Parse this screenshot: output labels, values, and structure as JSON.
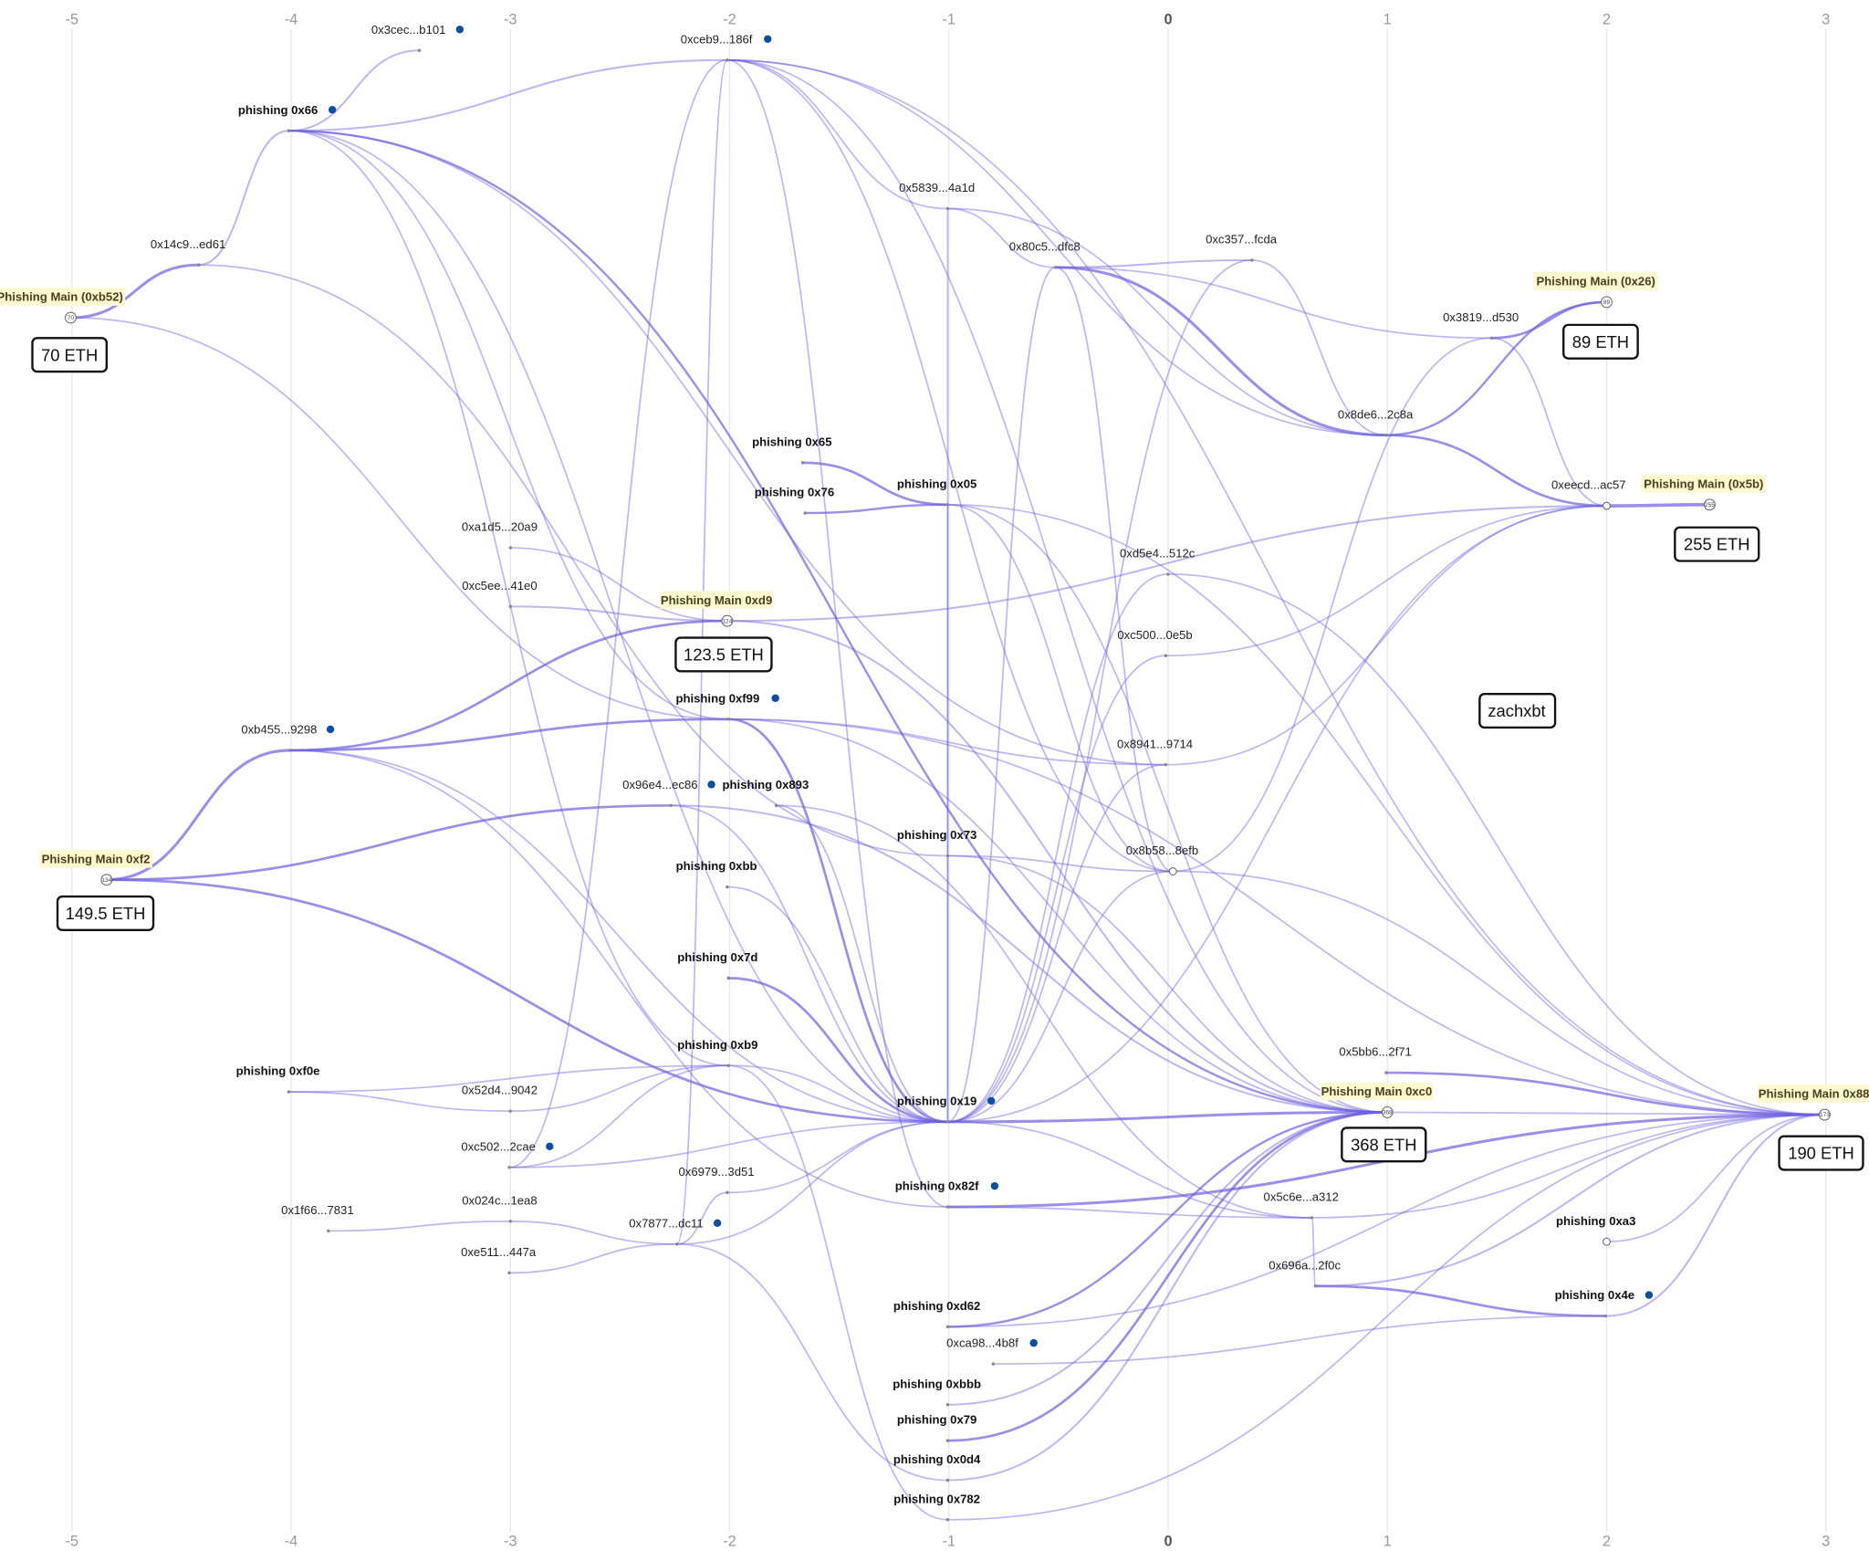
{
  "axis": {
    "ticks": [
      "-5",
      "-4",
      "-3",
      "-2",
      "-1",
      "0",
      "1",
      "2",
      "3"
    ]
  },
  "colors": {
    "edge": "#6d5fe0",
    "flag": "#0b4ea2",
    "main_highlight": "#fdf8d0"
  },
  "annotation": {
    "label": "zachxbt"
  },
  "nodes": [
    {
      "id": "n66",
      "label": "phishing 0x66",
      "style": "bold",
      "flagged": true
    },
    {
      "id": "n3cec",
      "label": "0x3cec...b101",
      "style": "plain",
      "flagged": true
    },
    {
      "id": "nceb9",
      "label": "0xceb9...186f",
      "style": "plain",
      "flagged": true
    },
    {
      "id": "n14c9",
      "label": "0x14c9...ed61",
      "style": "plain"
    },
    {
      "id": "nb52",
      "label": "Phishing Main (0xb52)",
      "style": "main",
      "count": "70",
      "amount": "70 ETH"
    },
    {
      "id": "n5839",
      "label": "0x5839...4a1d",
      "style": "plain"
    },
    {
      "id": "n80c5",
      "label": "0x80c5...dfc8",
      "style": "plain"
    },
    {
      "id": "nc357",
      "label": "0xc357...fcda",
      "style": "plain"
    },
    {
      "id": "n26",
      "label": "Phishing Main (0x26)",
      "style": "main",
      "count": "89",
      "amount": "89 ETH"
    },
    {
      "id": "n3819",
      "label": "0x3819...d530",
      "style": "plain"
    },
    {
      "id": "n8de6",
      "label": "0x8de6...2c8a",
      "style": "plain"
    },
    {
      "id": "neecd",
      "label": "0xeecd...ac57",
      "style": "plain",
      "open": true
    },
    {
      "id": "n5b",
      "label": "Phishing Main (0x5b)",
      "style": "main",
      "count": "255",
      "amount": "255 ETH"
    },
    {
      "id": "n65",
      "label": "phishing 0x65",
      "style": "bold"
    },
    {
      "id": "n76",
      "label": "phishing 0x76",
      "style": "bold"
    },
    {
      "id": "n05",
      "label": "phishing 0x05",
      "style": "bold"
    },
    {
      "id": "na1d5",
      "label": "0xa1d5...20a9",
      "style": "plain"
    },
    {
      "id": "nc5ee",
      "label": "0xc5ee...41e0",
      "style": "plain"
    },
    {
      "id": "nd9",
      "label": "Phishing Main 0xd9",
      "style": "main",
      "count": "124",
      "amount": "123.5 ETH"
    },
    {
      "id": "nd5e4",
      "label": "0xd5e4...512c",
      "style": "plain"
    },
    {
      "id": "nc500",
      "label": "0xc500...0e5b",
      "style": "plain"
    },
    {
      "id": "nf99",
      "label": "phishing 0xf99",
      "style": "bold",
      "flagged": true
    },
    {
      "id": "nb455",
      "label": "0xb455...9298",
      "style": "plain",
      "flagged": true
    },
    {
      "id": "n8941",
      "label": "0x8941...9714",
      "style": "plain"
    },
    {
      "id": "n96e4",
      "label": "0x96e4...ec86",
      "style": "plain",
      "flagged": true
    },
    {
      "id": "n893",
      "label": "phishing 0x893",
      "style": "bold"
    },
    {
      "id": "nf2",
      "label": "Phishing Main 0xf2",
      "style": "main",
      "count": "134",
      "amount": "149.5 ETH"
    },
    {
      "id": "n73",
      "label": "phishing 0x73",
      "style": "bold"
    },
    {
      "id": "n8b58",
      "label": "0x8b58...8efb",
      "style": "plain",
      "open": true
    },
    {
      "id": "nbb",
      "label": "phishing 0xbb",
      "style": "bold"
    },
    {
      "id": "n7d",
      "label": "phishing 0x7d",
      "style": "bold"
    },
    {
      "id": "nb9",
      "label": "phishing 0xb9",
      "style": "bold"
    },
    {
      "id": "n5bb6",
      "label": "0x5bb6...2f71",
      "style": "plain"
    },
    {
      "id": "nf0e",
      "label": "phishing 0xf0e",
      "style": "bold"
    },
    {
      "id": "nc0",
      "label": "Phishing Main 0xc0",
      "style": "main",
      "count": "368",
      "amount": "368 ETH"
    },
    {
      "id": "n88",
      "label": "Phishing Main 0x88",
      "style": "main",
      "count": "173",
      "amount": "190 ETH"
    },
    {
      "id": "n52d4",
      "label": "0x52d4...9042",
      "style": "plain"
    },
    {
      "id": "n19",
      "label": "phishing 0x19",
      "style": "bold",
      "flagged": true
    },
    {
      "id": "nc502",
      "label": "0xc502...2cae",
      "style": "plain",
      "flagged": true
    },
    {
      "id": "n6979",
      "label": "0x6979...3d51",
      "style": "plain"
    },
    {
      "id": "n024c",
      "label": "0x024c...1ea8",
      "style": "plain"
    },
    {
      "id": "n1f66",
      "label": "0x1f66...7831",
      "style": "plain"
    },
    {
      "id": "n82f",
      "label": "phishing 0x82f",
      "style": "bold",
      "flagged": true
    },
    {
      "id": "n5c6e",
      "label": "0x5c6e...a312",
      "style": "plain"
    },
    {
      "id": "n7877",
      "label": "0x7877...dc11",
      "style": "plain",
      "flagged": true
    },
    {
      "id": "na3",
      "label": "phishing 0xa3",
      "style": "bold",
      "open": true
    },
    {
      "id": "ne511",
      "label": "0xe511...447a",
      "style": "plain"
    },
    {
      "id": "n696a",
      "label": "0x696a...2f0c",
      "style": "plain"
    },
    {
      "id": "n4e",
      "label": "phishing 0x4e",
      "style": "bold",
      "flagged": true
    },
    {
      "id": "nd62",
      "label": "phishing 0xd62",
      "style": "bold"
    },
    {
      "id": "nca98",
      "label": "0xca98...4b8f",
      "style": "plain",
      "flagged": true
    },
    {
      "id": "nbbb",
      "label": "phishing 0xbbb",
      "style": "bold"
    },
    {
      "id": "n79",
      "label": "phishing 0x79",
      "style": "bold"
    },
    {
      "id": "n0d4",
      "label": "phishing 0x0d4",
      "style": "bold"
    },
    {
      "id": "n782",
      "label": "phishing 0x782",
      "style": "bold"
    }
  ],
  "edges": [
    [
      "nb52",
      "n14c9",
      3
    ],
    [
      "nb52",
      "nf99",
      1
    ],
    [
      "n14c9",
      "n66",
      1.5
    ],
    [
      "n14c9",
      "n73",
      1
    ],
    [
      "n66",
      "n3cec",
      1.5
    ],
    [
      "n66",
      "nceb9",
      1.5
    ],
    [
      "n66",
      "n19",
      1
    ],
    [
      "n66",
      "n8941",
      1
    ],
    [
      "n66",
      "nc0",
      2
    ],
    [
      "n66",
      "nf99",
      1
    ],
    [
      "n66",
      "nb9",
      1
    ],
    [
      "nceb9",
      "n8de6",
      1
    ],
    [
      "nceb9",
      "n5839",
      1
    ],
    [
      "nceb9",
      "n88",
      1
    ],
    [
      "nceb9",
      "n7877",
      1
    ],
    [
      "nceb9",
      "nc0",
      1
    ],
    [
      "nceb9",
      "n82f",
      1
    ],
    [
      "nceb9",
      "n8b58",
      1
    ],
    [
      "n5839",
      "n80c5",
      1
    ],
    [
      "n5839",
      "n8de6",
      1
    ],
    [
      "n5839",
      "n19",
      1
    ],
    [
      "n80c5",
      "nc357",
      1.5
    ],
    [
      "n80c5",
      "n8de6",
      3
    ],
    [
      "n80c5",
      "n3819",
      1
    ],
    [
      "n80c5",
      "n19",
      1
    ],
    [
      "n80c5",
      "n8b58",
      1
    ],
    [
      "nc357",
      "n8de6",
      1
    ],
    [
      "nc357",
      "n19",
      1
    ],
    [
      "n3819",
      "n26",
      2.5
    ],
    [
      "n3819",
      "neecd",
      1
    ],
    [
      "n8de6",
      "n26",
      2
    ],
    [
      "n8de6",
      "neecd",
      2.5
    ],
    [
      "neecd",
      "n5b",
      4
    ],
    [
      "n65",
      "n05",
      2.5
    ],
    [
      "n76",
      "n05",
      2
    ],
    [
      "n05",
      "nc0",
      1
    ],
    [
      "n05",
      "n8b58",
      1
    ],
    [
      "n05",
      "n88",
      1
    ],
    [
      "n05",
      "n19",
      1
    ],
    [
      "na1d5",
      "nd9",
      1
    ],
    [
      "nc5ee",
      "nd9",
      1.5
    ],
    [
      "nd9",
      "neecd",
      1.5
    ],
    [
      "nd9",
      "nc0",
      1.5
    ],
    [
      "nd5e4",
      "n88",
      1
    ],
    [
      "nd5e4",
      "n19",
      1
    ],
    [
      "nc500",
      "n19",
      1
    ],
    [
      "nc500",
      "neecd",
      1
    ],
    [
      "nf99",
      "n8941",
      1
    ],
    [
      "nf99",
      "nc0",
      1
    ],
    [
      "nf99",
      "n19",
      2.5
    ],
    [
      "nf99",
      "n88",
      1
    ],
    [
      "nb455",
      "nd9",
      2.5
    ],
    [
      "nb455",
      "nf99",
      2.5
    ],
    [
      "nb455",
      "n19",
      1
    ],
    [
      "nb455",
      "n82f",
      1
    ],
    [
      "n8941",
      "neecd",
      1
    ],
    [
      "n8941",
      "n19",
      1
    ],
    [
      "n96e4",
      "nc0",
      1.5
    ],
    [
      "n96e4",
      "n19",
      1
    ],
    [
      "nf2",
      "nb455",
      3
    ],
    [
      "nf2",
      "n96e4",
      2.5
    ],
    [
      "nf2",
      "n19",
      2.5
    ],
    [
      "n893",
      "n19",
      1
    ],
    [
      "n893",
      "n5c6e",
      1
    ],
    [
      "n73",
      "n8b58",
      1
    ],
    [
      "n73",
      "nc0",
      1
    ],
    [
      "n8b58",
      "n3819",
      1
    ],
    [
      "n8b58",
      "n88",
      1
    ],
    [
      "n8b58",
      "n19",
      1
    ],
    [
      "nbb",
      "n19",
      1
    ],
    [
      "n7d",
      "n19",
      2.5
    ],
    [
      "nb9",
      "n19",
      1
    ],
    [
      "nb9",
      "n782",
      1
    ],
    [
      "n5bb6",
      "n88",
      2.5
    ],
    [
      "nc0",
      "n88",
      1
    ],
    [
      "nf0e",
      "nb9",
      1
    ],
    [
      "nf0e",
      "n52d4",
      1
    ],
    [
      "n52d4",
      "nb9",
      1
    ],
    [
      "nc502",
      "nceb9",
      1
    ],
    [
      "nc502",
      "nb9",
      1
    ],
    [
      "nc502",
      "n19",
      1
    ],
    [
      "n6979",
      "n19",
      1
    ],
    [
      "n024c",
      "n7877",
      1
    ],
    [
      "n1f66",
      "n024c",
      1
    ],
    [
      "n82f",
      "n88",
      3
    ],
    [
      "n82f",
      "n5c6e",
      1
    ],
    [
      "n5c6e",
      "n696a",
      1
    ],
    [
      "n5c6e",
      "n88",
      1
    ],
    [
      "n7877",
      "n19",
      1
    ],
    [
      "n7877",
      "n6979",
      1
    ],
    [
      "n7877",
      "n0d4",
      1
    ],
    [
      "ne511",
      "n7877",
      1
    ],
    [
      "na3",
      "n88",
      1
    ],
    [
      "n696a",
      "n88",
      1.5
    ],
    [
      "n696a",
      "n4e",
      2.5
    ],
    [
      "n4e",
      "n88",
      1.5
    ],
    [
      "nd62",
      "nc0",
      2
    ],
    [
      "nd62",
      "n88",
      1
    ],
    [
      "nca98",
      "n4e",
      1
    ],
    [
      "nbbb",
      "nc0",
      1.5
    ],
    [
      "n79",
      "nc0",
      2.5
    ],
    [
      "n0d4",
      "nc0",
      1.5
    ],
    [
      "n782",
      "n88",
      1
    ],
    [
      "n19",
      "nc0",
      3
    ],
    [
      "n19",
      "n5c6e",
      1
    ],
    [
      "n19",
      "neecd",
      1
    ]
  ]
}
